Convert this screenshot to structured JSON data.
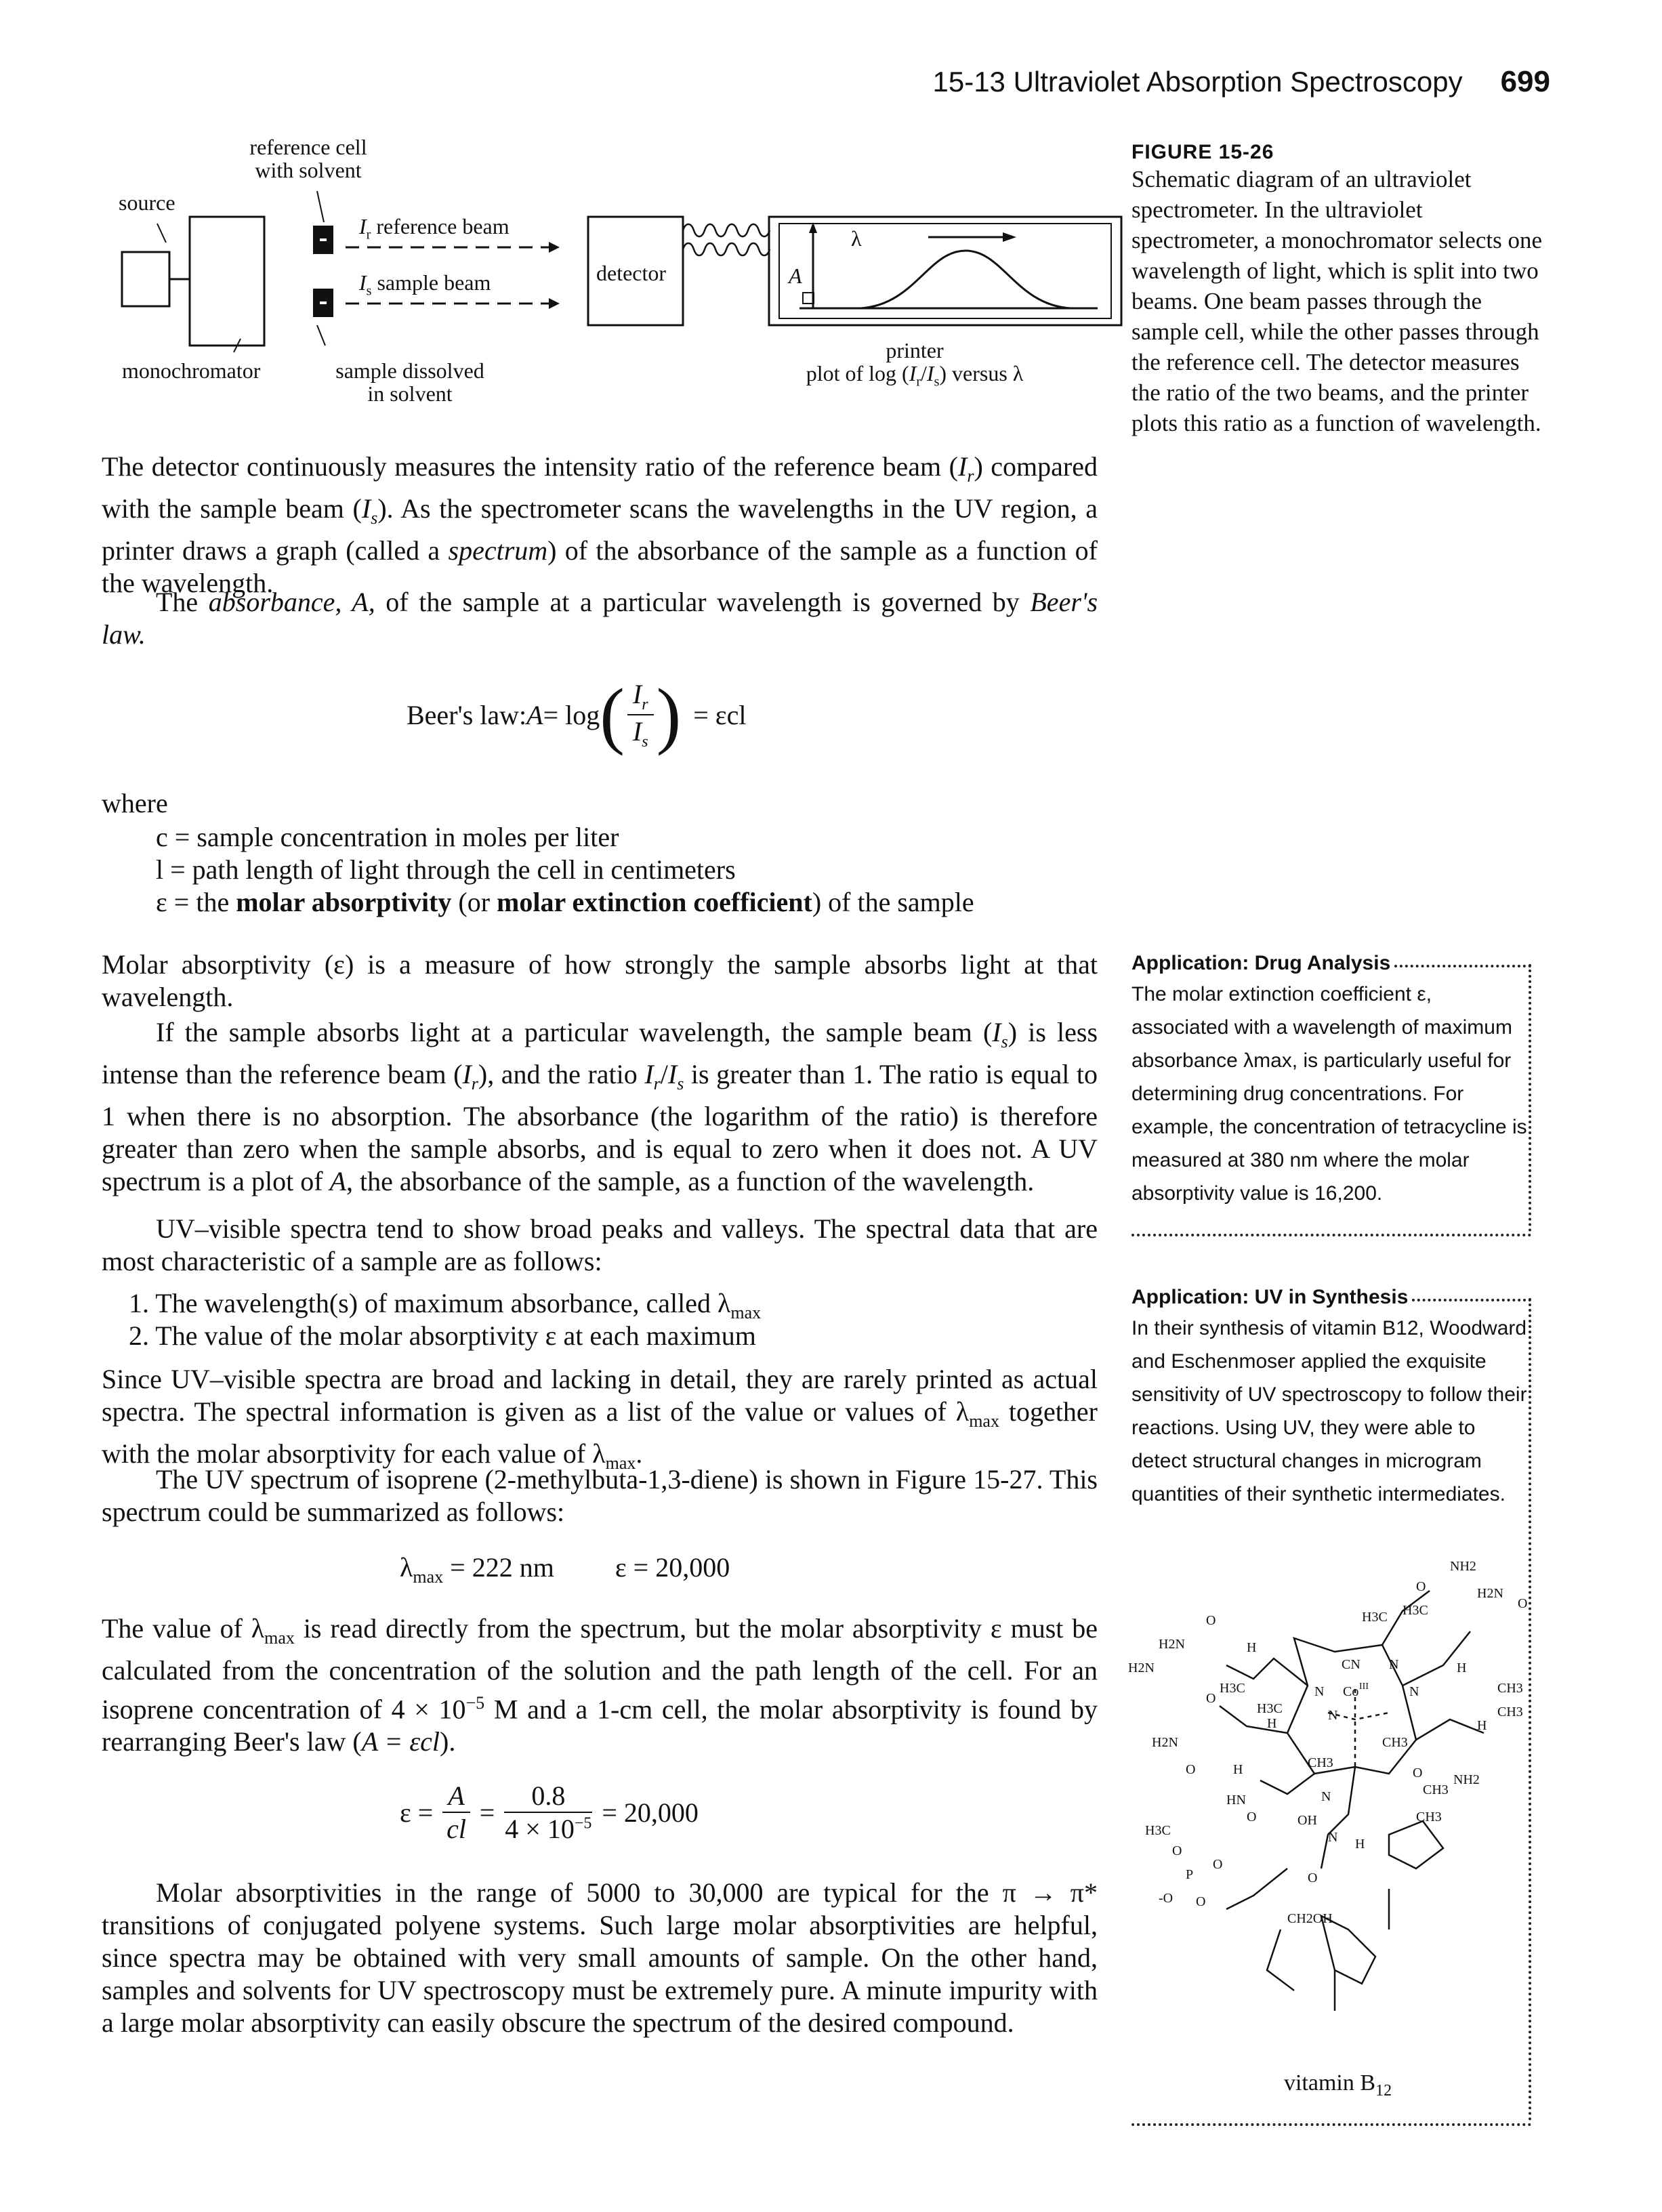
{
  "header": {
    "section": "15-13  Ultraviolet Absorption Spectroscopy",
    "page": "699"
  },
  "diagram": {
    "ref_cell": "reference cell",
    "with_solvent": "with solvent",
    "source": "source",
    "ir_beam": "reference beam",
    "is_beam": "sample beam",
    "detector": "detector",
    "lambda_arrow": "λ",
    "axis_A": "A",
    "monochromator": "monochromator",
    "sample_dissolved": "sample dissolved",
    "in_solvent": "in solvent",
    "printer": "printer",
    "plot_of_log": "plot of log",
    "versus_lambda": "versus λ",
    "I_r": "I",
    "I_s": "I",
    "sub_r": "r",
    "sub_s": "s"
  },
  "figure": {
    "label": "FIGURE 15-26",
    "caption": "Schematic diagram of an ultraviolet spectrometer. In the ultraviolet spectrometer, a monochromator selects one wavelength of light, which is split into two beams. One beam passes through the sample cell, while the other passes through the reference cell. The detector measures the ratio of the two beams, and the printer plots this ratio as a function of wavelength."
  },
  "text": {
    "p1_a": "The detector continuously measures the intensity ratio of the reference beam (",
    "p1_b": ") compared with the sample beam (",
    "p1_c": "). As the spectrometer scans the wavelengths in the UV region, a printer draws a graph (called a ",
    "p1_spectrum": "spectrum",
    "p1_d": ") of the absorbance of the sample as a function of the wavelength.",
    "p2_a": "The ",
    "p2_absorbance": "absorbance, A,",
    "p2_b": " of the sample at a particular wavelength is governed by ",
    "p2_beer": "Beer's law.",
    "beer_label": "Beer's law: ",
    "beer_A": "A",
    "beer_eq": " = log",
    "beer_rhs": "= εcl",
    "where": "where",
    "def_c": "c  =  sample concentration in moles per liter",
    "def_l": "l  =  path length of light through the cell in centimeters",
    "def_e_a": "ε  =  the ",
    "def_e_b": "molar absorptivity",
    "def_e_c": " (or ",
    "def_e_d": "molar extinction coefficient",
    "def_e_e": ") of the sample",
    "p3": "Molar absorptivity (ε) is a measure of how strongly the sample absorbs light at that wavelength.",
    "p4_a": "If the sample absorbs light at a particular wavelength, the sample beam (",
    "p4_b": ") is less intense than the reference beam (",
    "p4_c": "), and the ratio ",
    "p4_d": " is greater than 1. The ratio is equal to 1 when there is no absorption. The absorbance (the logarithm of the ratio) is therefore greater than zero when the sample absorbs, and is equal to zero when it does not. A UV spectrum is a plot of ",
    "p4_e": ", the absorbance of the sample, as a function of the wavelength.",
    "p5": "UV–visible spectra tend to show broad peaks and valleys. The spectral data that are most characteristic of a sample are as follows:",
    "li1": "1.  The wavelength(s) of maximum absorbance, called λ",
    "li2": "2.  The value of the molar absorptivity ε at each maximum",
    "max": "max",
    "p6_a": "Since UV–visible spectra are broad and lacking in detail, they are rarely printed as actual spectra. The spectral information is given as a list of the value or values of λ",
    "p6_b": " together with the molar absorptivity for each value of λ",
    "p7": "The UV spectrum of isoprene (2-methylbuta-1,3-diene) is shown in Figure 15-27. This spectrum could be summarized as follows:",
    "iso_eq_a": "λ",
    "iso_eq_b": " = 222 nm",
    "iso_eq_c": "ε = 20,000",
    "p8_a": "The value of λ",
    "p8_b": " is read directly from the spectrum, but the molar absorptivity ε must be calculated from the concentration of the solution and the path length of the cell. For an isoprene concentration of 4 × 10",
    "p8_exp": "−5",
    "p8_c": " M and a 1-cm cell, the molar absorptivity is found by rearranging Beer's law (",
    "p8_d": "A = εcl",
    "p8_e": ").",
    "calc_eps": "ε =",
    "calc_A": "A",
    "calc_cl": "cl",
    "calc_num": "0.8",
    "calc_den": "4 × 10",
    "calc_res": "= 20,000",
    "p9": "Molar absorptivities in the range of 5000 to 30,000 are typical for the π → π* transitions of conjugated polyene systems. Such large molar absorptivities are helpful, since spectra may be obtained with very small amounts of sample. On the other hand, samples and solvents for UV spectroscopy must be extremely pure. A minute impurity with a large molar absorptivity can easily obscure the spectrum of the desired compound."
  },
  "sidebar": {
    "app1_title": "Application: Drug Analysis",
    "app1_text": "The molar extinction coefficient ε, associated with a wavelength of maximum absorbance λmax, is particularly useful for determining drug concentrations. For example, the concentration of tetracycline is measured at 380 nm where the molar absorptivity value is 16,200.",
    "app2_title": "Application: UV in Synthesis",
    "app2_text": "In their synthesis of vitamin B12, Woodward and Eschenmoser applied the exquisite sensitivity of UV spectroscopy to follow their reactions. Using UV, they were able to detect structural changes in microgram quantities of their synthetic intermediates.",
    "molecule_caption": "vitamin B",
    "molecule_sub": "12",
    "mol_labels": {
      "nh2a": "NH2",
      "o1": "O",
      "h2n1": "H2N",
      "o2": "O",
      "h3c1": "H3C",
      "h3c2": "H3C",
      "o3": "O",
      "h2n2": "H2N",
      "h2n3": "H2N",
      "h1": "H",
      "cn": "CN",
      "co": "Co",
      "coiii": "III",
      "n1": "N",
      "n2": "N",
      "n3": "N",
      "n4": "N",
      "h2": "H",
      "ch3a": "CH3",
      "ch3b": "CH3",
      "o4": "O",
      "h3c3": "H3C",
      "h3c4": "H3C",
      "h3": "H",
      "h2n4": "H2N",
      "ch3c": "CH3",
      "ch3d": "CH3",
      "h4": "H",
      "o5": "O",
      "h5": "H",
      "ch3e": "CH3",
      "o6": "O",
      "nh2b": "NH2",
      "hn": "HN",
      "o7": "O",
      "oh": "OH",
      "n5": "N",
      "n6": "N",
      "ch3f": "CH3",
      "h3c5": "H3C",
      "o8": "O",
      "p": "P",
      "o9": "O",
      "o10": "-O",
      "o11": "O",
      "o12": "O",
      "h6": "H",
      "ch2oh": "CH2OH"
    }
  }
}
